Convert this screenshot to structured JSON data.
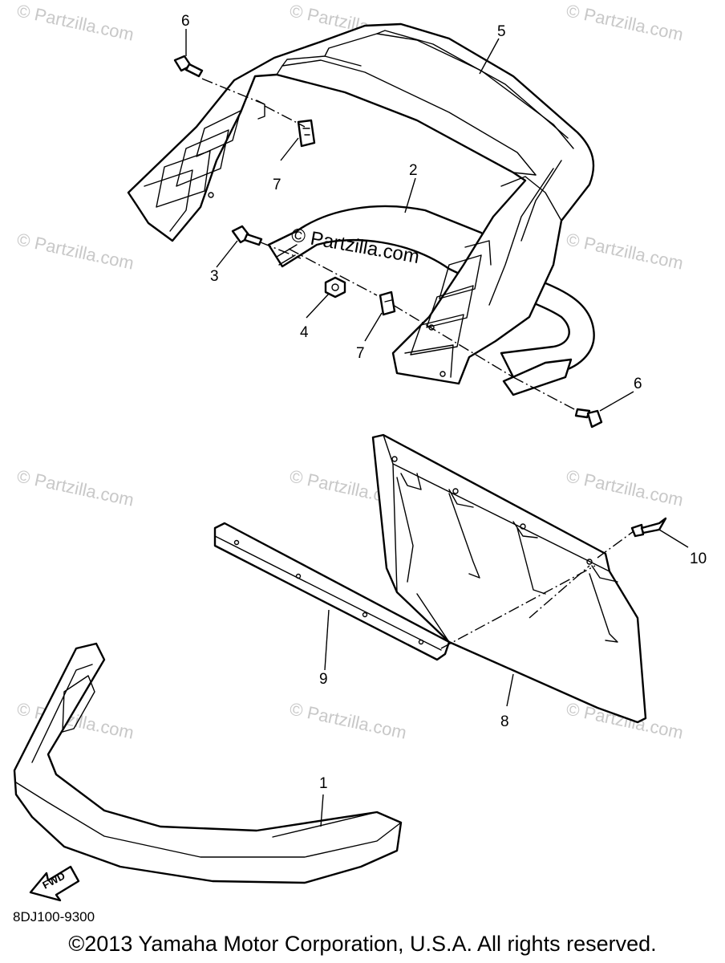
{
  "diagram": {
    "part_code": "8DJ100-9300",
    "fwd_label": "FWD",
    "center_watermark": "© Partzilla.com",
    "watermark": "© Partzilla.com",
    "callouts": {
      "c1": "1",
      "c2": "2",
      "c3": "3",
      "c4": "4",
      "c5": "5",
      "c6a": "6",
      "c6b": "6",
      "c7a": "7",
      "c7b": "7",
      "c8": "8",
      "c9": "9",
      "c10": "10"
    }
  },
  "footer": {
    "copyright": "©2013 Yamaha Motor Corporation, U.S.A. All rights reserved."
  }
}
